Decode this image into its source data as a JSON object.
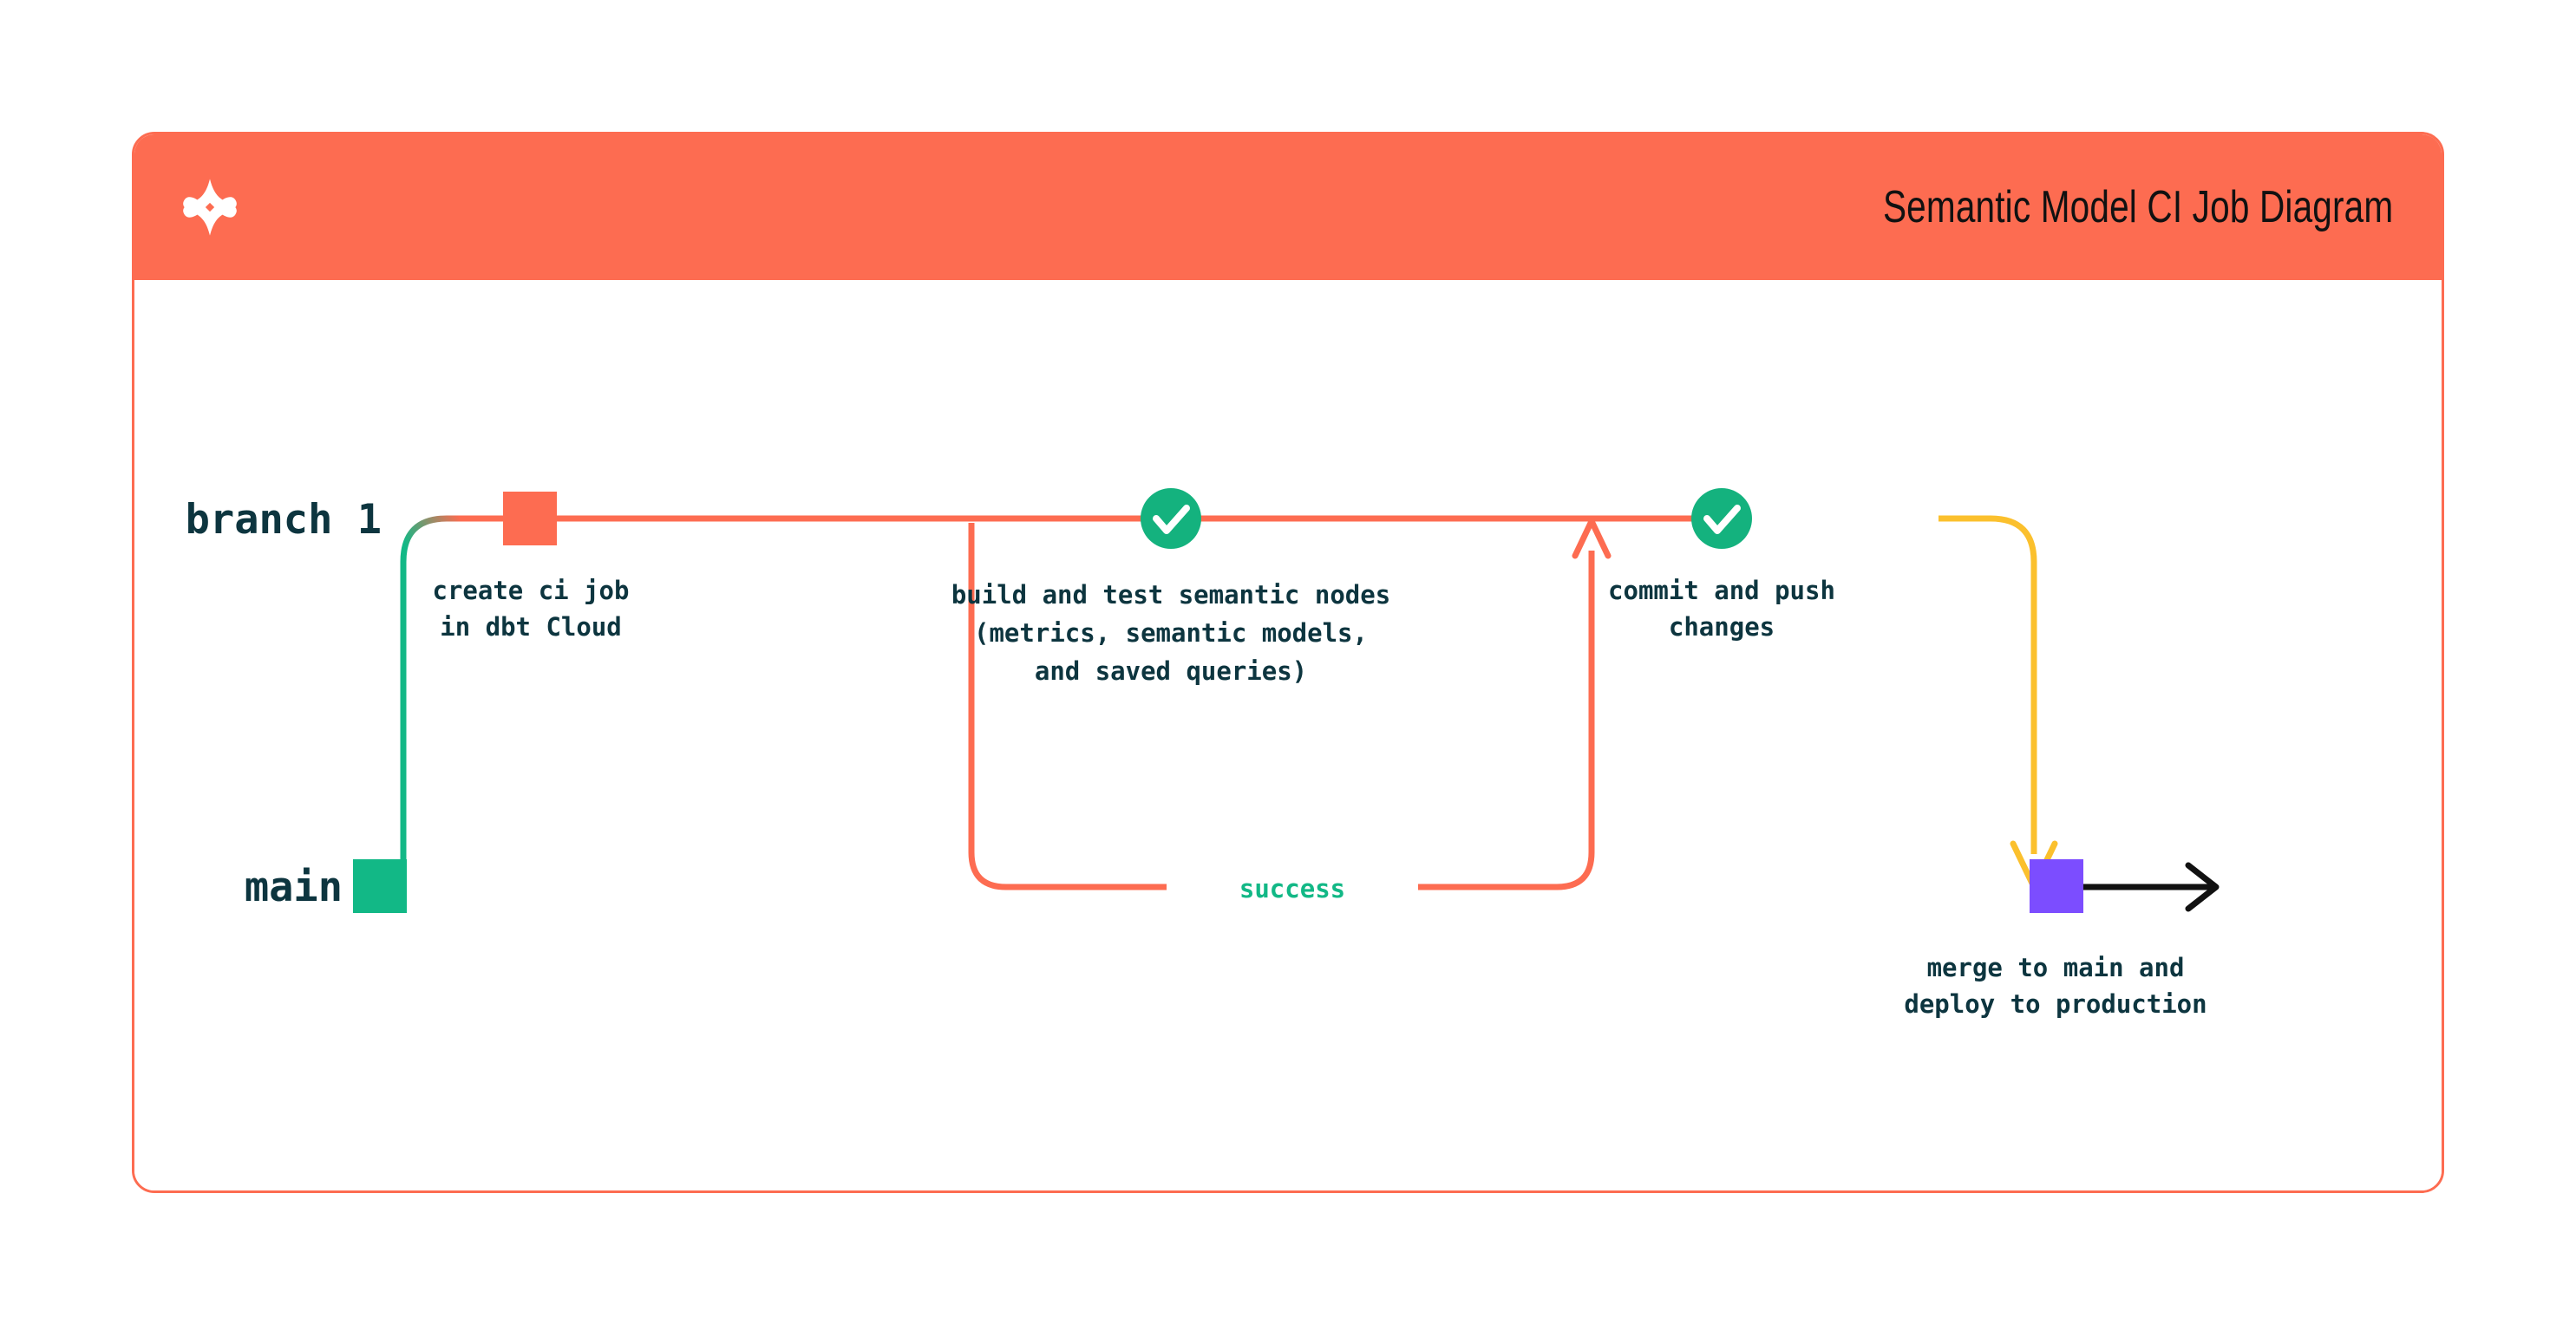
{
  "page": {
    "background": "#ffffff"
  },
  "card": {
    "border_color": "#fd6c51",
    "header_color": "#fd6c51",
    "body_color": "#ffffff",
    "title": "Semantic Model CI Job Diagram",
    "logo_icon": "dbt-logo-icon"
  },
  "colors": {
    "coral": "#fd6c51",
    "green": "#12b886",
    "check_green": "#14b27e",
    "yellow": "#fbc02d",
    "purple": "#7c4dff",
    "black": "#111111",
    "text_dark": "#0d353f"
  },
  "diagram": {
    "type": "git-branch-flow",
    "lanes": [
      {
        "id": "branch1",
        "label": "branch 1",
        "color": "#fd6c51"
      },
      {
        "id": "main",
        "label": "main",
        "color": "#12b886"
      }
    ],
    "nodes": [
      {
        "id": "create-ci-job",
        "lane": "branch1",
        "marker": "square",
        "marker_color": "#fd6c51",
        "label_lines": [
          "create ci job",
          "in dbt Cloud"
        ]
      },
      {
        "id": "build-and-test",
        "lane": "branch1",
        "marker": "check-circle",
        "marker_color": "#14b27e",
        "label_lines": [
          "build and test semantic nodes",
          "(metrics, semantic models,",
          "and saved queries)"
        ]
      },
      {
        "id": "commit-and-push",
        "lane": "branch1",
        "marker": "check-circle",
        "marker_color": "#14b27e",
        "label_lines": [
          "commit and push",
          "changes"
        ]
      },
      {
        "id": "merge-to-main",
        "lane": "main",
        "marker": "square",
        "marker_color": "#7c4dff",
        "label_lines": [
          "merge to main and",
          "deploy to production"
        ]
      }
    ],
    "edges": [
      {
        "id": "success-loop",
        "label": "success",
        "label_color": "#12b886",
        "line_color": "#fd6c51",
        "from": "build-and-test",
        "to": "build-and-test"
      },
      {
        "id": "branch-off",
        "label": "",
        "line_color": "#12b886",
        "from": "main",
        "to": "branch1"
      },
      {
        "id": "merge-down",
        "label": "",
        "line_color": "#fbc02d",
        "from": "commit-and-push",
        "to": "merge-to-main"
      },
      {
        "id": "deploy-out",
        "label": "",
        "line_color": "#111111",
        "from": "merge-to-main",
        "to": "production"
      }
    ]
  }
}
